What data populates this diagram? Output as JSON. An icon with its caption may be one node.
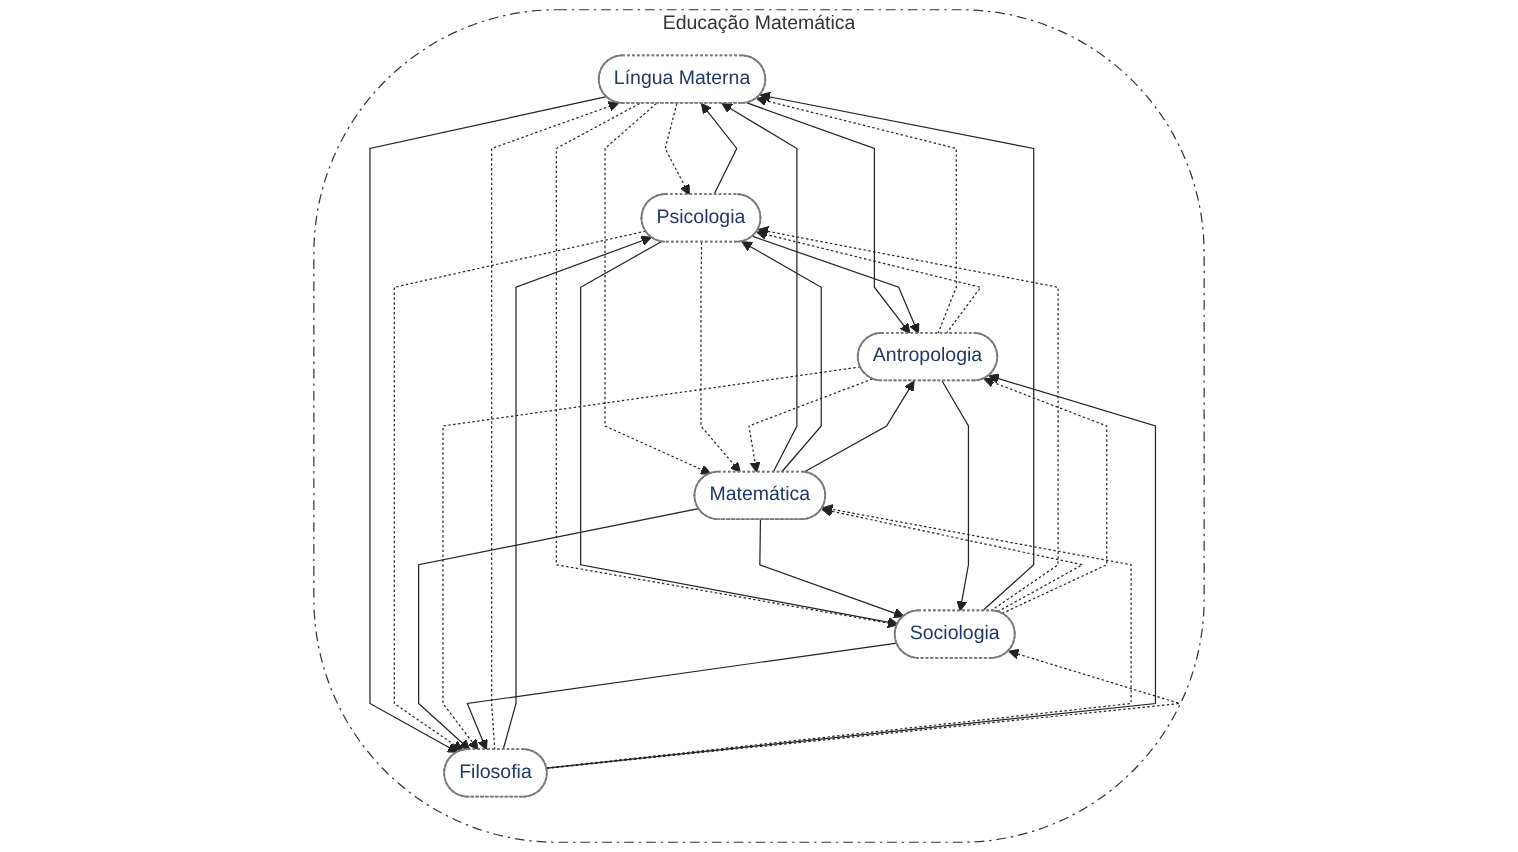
{
  "diagram": {
    "nodes": [
      {
        "text": [
          "Educação Matemática"
        ]
      },
      {
        "text": [
          "Língua Materna"
        ],
        "in": 0
      },
      {
        "text": [
          "Psicologia"
        ],
        "in": 0
      },
      {
        "text": [
          "Antropologia"
        ],
        "in": 0
      },
      {
        "text": [
          "Matemática"
        ],
        "in": 0
      },
      {
        "text": [
          "Filosofia"
        ],
        "in": 0
      },
      {
        "text": [
          "Sociologia"
        ],
        "in": 0
      }
    ],
    "edges": [
      {
        "from": 2,
        "to": 1,
        "arrow": "to"
      },
      {
        "from": 1,
        "to": 2,
        "arrow": "to",
        "style": "dashed"
      },
      {
        "from": 1,
        "to": 3,
        "arrow": "to"
      },
      {
        "from": 3,
        "to": 1,
        "arrow": "to",
        "style": "dashed"
      },
      {
        "from": 4,
        "to": 1,
        "arrow": "to"
      },
      {
        "from": 1,
        "to": 4,
        "arrow": "to",
        "style": "dashed"
      },
      {
        "from": 1,
        "to": 5,
        "arrow": "to"
      },
      {
        "from": 5,
        "to": 1,
        "arrow": "to",
        "style": "dashed"
      },
      {
        "from": 6,
        "to": 1,
        "arrow": "to"
      },
      {
        "from": 1,
        "to": 6,
        "arrow": "to",
        "style": "dashed"
      },
      {
        "from": 2,
        "to": 3,
        "arrow": "to"
      },
      {
        "from": 3,
        "to": 2,
        "arrow": "to",
        "style": "dashed"
      },
      {
        "from": 4,
        "to": 2,
        "arrow": "to"
      },
      {
        "from": 2,
        "to": 4,
        "arrow": "to",
        "style": "dashed"
      },
      {
        "from": 5,
        "to": 2,
        "arrow": "to"
      },
      {
        "from": 2,
        "to": 5,
        "arrow": "to",
        "style": "dashed"
      },
      {
        "from": 2,
        "to": 6,
        "arrow": "to"
      },
      {
        "from": 6,
        "to": 2,
        "arrow": "to",
        "style": "dashed"
      },
      {
        "from": 4,
        "to": 3,
        "arrow": "to"
      },
      {
        "from": 3,
        "to": 4,
        "arrow": "to",
        "style": "dashed"
      },
      {
        "from": 4,
        "to": 6,
        "arrow": "to"
      },
      {
        "from": 6,
        "to": 4,
        "arrow": "to",
        "style": "dashed"
      },
      {
        "from": 4,
        "to": 5,
        "arrow": "to"
      },
      {
        "from": 5,
        "to": 4,
        "arrow": "to",
        "style": "dashed"
      },
      {
        "from": 5,
        "to": 3,
        "arrow": "to"
      },
      {
        "from": 3,
        "to": 5,
        "arrow": "to",
        "style": "dashed"
      },
      {
        "from": 6,
        "to": 5,
        "arrow": "to"
      },
      {
        "from": 5,
        "to": 6,
        "arrow": "to",
        "style": "dashed"
      },
      {
        "from": 3,
        "to": 6,
        "arrow": "to"
      },
      {
        "from": 6,
        "to": 3,
        "arrow": "to",
        "style": "dashed"
      }
    ]
  }
}
